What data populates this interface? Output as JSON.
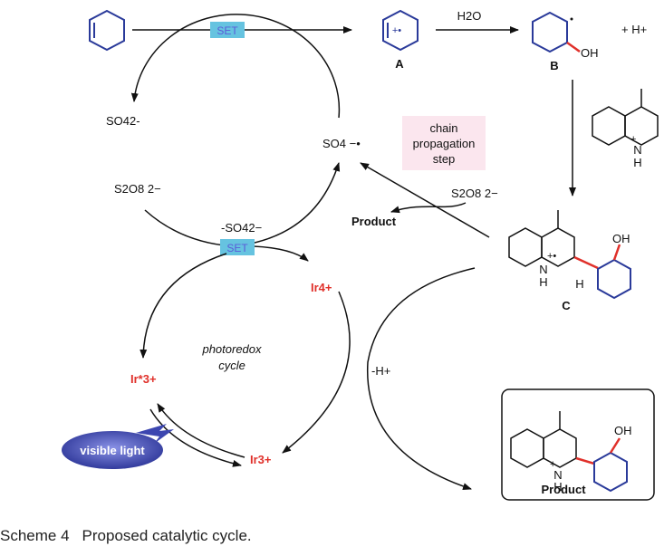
{
  "scheme": {
    "set_top": "SET",
    "set_mid": "SET",
    "h2o": "H2O",
    "plus_h": "+  H+",
    "label_a": "A",
    "label_b": "B",
    "label_c": "C",
    "oh": "OH",
    "so4_2minus": "SO42-",
    "so4_radical": "SO4 −•",
    "s2o8_left": "S2O8 2−",
    "s2o8_right": "S2O8 2−",
    "minus_so4": "-SO42−",
    "chain_line1": "chain",
    "chain_line2": "propagation",
    "chain_line3": "step",
    "product_mid": "Product",
    "product_box": "Product",
    "ir4": "Ir4+",
    "ir3star": "Ir*3+",
    "ir3": "Ir3+",
    "photoredox_line1": "photoredox",
    "photoredox_line2": "cycle",
    "minus_h": "-H+",
    "visible_light": "visible light",
    "radical_cation_mark": "+•",
    "plus_mark": "+",
    "nh_n": "N",
    "nh_h": "H",
    "h_mark": "H"
  },
  "caption": {
    "label": "Scheme 4",
    "text": "Proposed catalytic cycle."
  },
  "colors": {
    "structure_blue": "#2a3a9a",
    "catalyst_red": "#e0302a",
    "bond_red": "#e0302a",
    "set_box": "#66c3e0",
    "set_text": "#5a5bd8",
    "chain_box": "#fbe6ee",
    "light_ellipse": "#3c46b0"
  }
}
